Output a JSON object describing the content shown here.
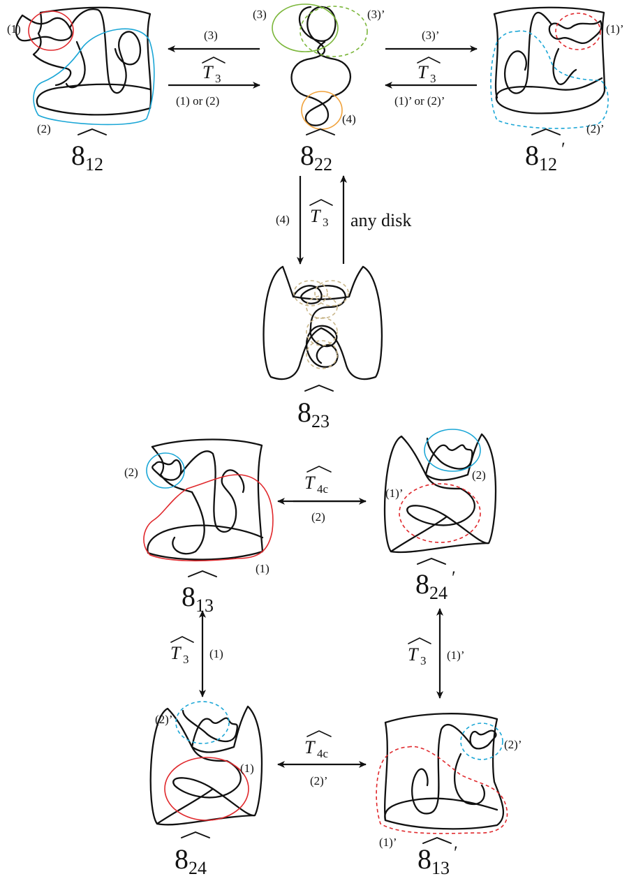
{
  "colors": {
    "stroke": "#111111",
    "red": "#e0282c",
    "cyan": "#1aa6d6",
    "green": "#7bb63a",
    "orange": "#f0a13a",
    "tan": "#c9b68a"
  },
  "knots": {
    "k8_12": {
      "base": "8",
      "sub": "12",
      "prime": ""
    },
    "k8_22": {
      "base": "8",
      "sub": "22",
      "prime": ""
    },
    "k8_12p": {
      "base": "8",
      "sub": "12",
      "prime": "′"
    },
    "k8_23": {
      "base": "8",
      "sub": "23",
      "prime": ""
    },
    "k8_13": {
      "base": "8",
      "sub": "13",
      "prime": ""
    },
    "k8_24p": {
      "base": "8",
      "sub": "24",
      "prime": "′"
    },
    "k8_24": {
      "base": "8",
      "sub": "24",
      "prime": ""
    },
    "k8_13p": {
      "base": "8",
      "sub": "13",
      "prime": "′"
    }
  },
  "moves": {
    "T3": {
      "letter": "T",
      "sub": "3"
    },
    "T4c": {
      "letter": "T",
      "sub": "4c"
    }
  },
  "labels": {
    "a_22_to_12": "(3)",
    "a_12_to_22": "(1) or (2)",
    "a_22_to_12p": "(3)’",
    "a_12p_to_22": "(1)’ or (2)’",
    "a_22_to_23": "(4)",
    "a_23_to_22": "any disk",
    "a_13_24p": "(2)",
    "a_13_24": "(1)",
    "a_24p_13p": "(1)’",
    "a_24_13p": "(2)’"
  },
  "disk_labels": {
    "k12_1": "(1)",
    "k12_2": "(2)",
    "k22_3": "(3)",
    "k22_3p": "(3)’",
    "k22_4": "(4)",
    "k12p_1": "(1)’",
    "k12p_2": "(2)’",
    "k13_2": "(2)",
    "k13_1": "(1)",
    "k24p_1": "(1)’",
    "k24p_2": "(2)",
    "k24_2": "(2)’",
    "k24_1": "(1)",
    "k13p_2": "(2)’",
    "k13p_1": "(1)’"
  }
}
